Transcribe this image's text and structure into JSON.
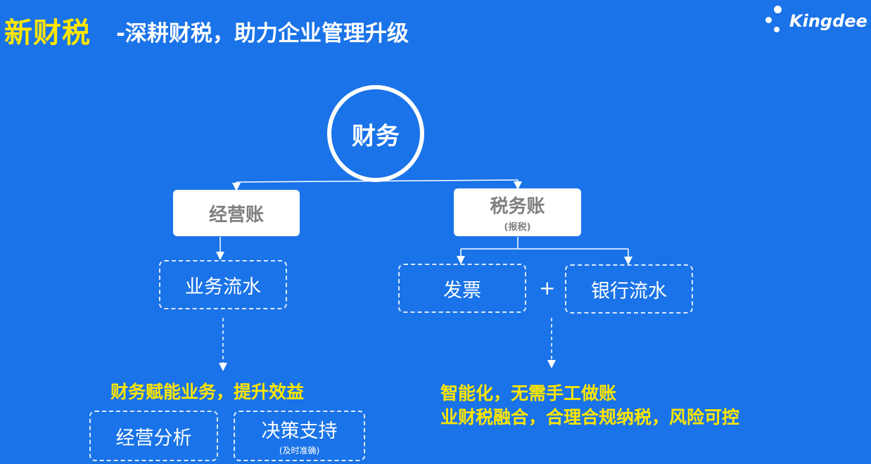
{
  "title": {
    "highlight": "新财税",
    "rest": "-深耕财税，助力企业管理升级"
  },
  "logo": {
    "text": "Kingdee",
    "icon": "kingdee-dots-icon"
  },
  "diagram": {
    "root": "财务",
    "left": {
      "box": "经营账",
      "child": "业务流水",
      "benefit": "财务赋能业务，提升效益",
      "outputs": [
        {
          "label": "经营分析"
        },
        {
          "label": "决策支持",
          "sub": "(及时准确)"
        }
      ]
    },
    "right": {
      "box": "税务账",
      "box_sub": "(报税)",
      "children": [
        "发票",
        "银行流水"
      ],
      "plus": "+",
      "benefits": [
        "智能化，无需手工做账",
        "业财税融合，合理合规纳税，风险可控"
      ]
    }
  },
  "colors": {
    "background": "#1a73e8",
    "highlight": "#ffe600",
    "box": "#ffffff",
    "box_text": "#7f7f7f"
  }
}
